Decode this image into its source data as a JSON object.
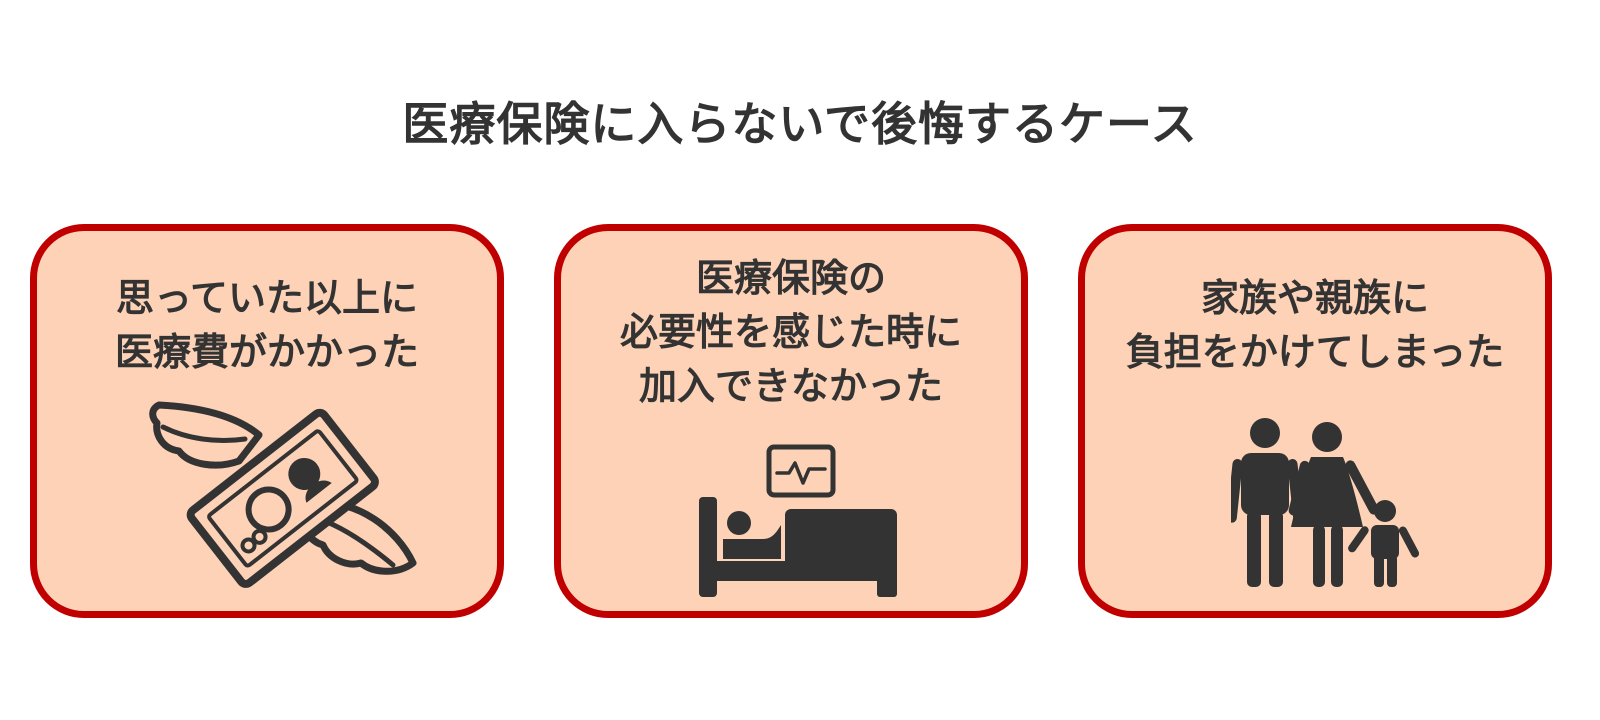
{
  "title": "医療保険に入らないで後悔するケース",
  "cards": [
    {
      "lines": [
        "思っていた以上に",
        "医療費がかかった"
      ],
      "icon": "flying-money-icon"
    },
    {
      "lines": [
        "医療保険の",
        "必要性を感じた時に",
        "加入できなかった"
      ],
      "icon": "hospital-bed-icon"
    },
    {
      "lines": [
        "家族や親族に",
        "負担をかけてしまった"
      ],
      "icon": "family-icon"
    }
  ],
  "colors": {
    "card_fill": "#fdd2b6",
    "card_border": "#c00000",
    "text": "#333333",
    "icon": "#333333"
  }
}
